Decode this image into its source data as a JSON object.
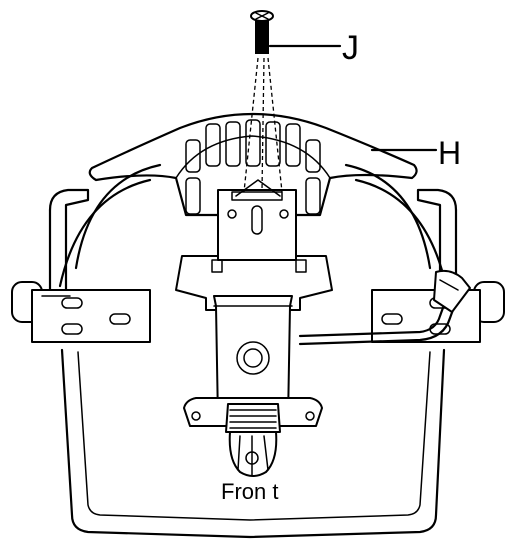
{
  "labels": {
    "screw": "J",
    "bracket": "H",
    "front": "Fron t"
  }
}
